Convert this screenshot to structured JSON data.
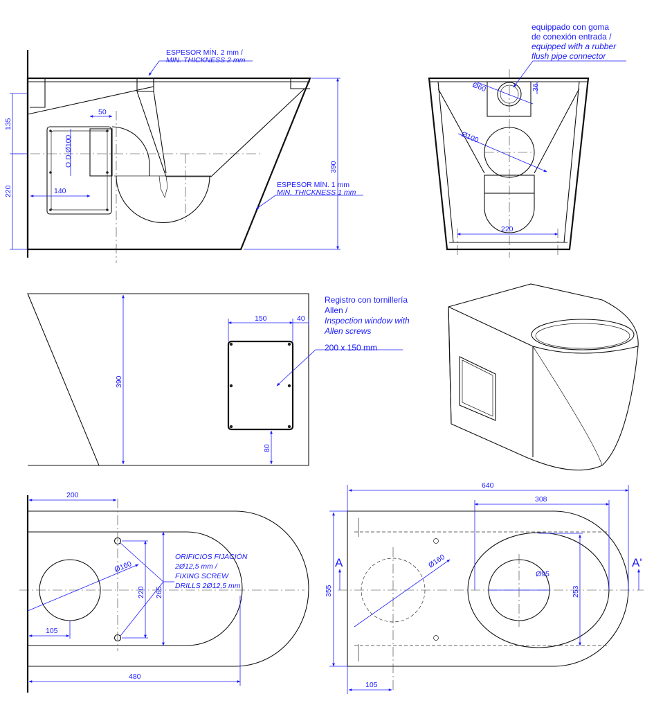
{
  "notes": {
    "wall_thickness_es": "ESPESOR MÍN. 2 mm /",
    "wall_thickness_en": "MIN. THICKNESS 2 mm",
    "body_thickness_es": "ESPESOR MÍN. 1 mm",
    "body_thickness_en": "MIN. THICKNESS 1 mm",
    "rubber_es_1": "equippado con goma",
    "rubber_es_2": "de conexión entrada /",
    "rubber_en_1": "equipped with a rubber",
    "rubber_en_2": "flush pipe connector",
    "inspection_es_1": "Registro con tornillería",
    "inspection_es_2": "Allen /",
    "inspection_en_1": "Inspection window with",
    "inspection_en_2": "Allen screws",
    "inspection_size": "200 x 150 mm",
    "fixing_es_1": "ORIFICIOS FIJACIÓN",
    "fixing_es_2": "2Ø12,5 mm /",
    "fixing_en_1": "FIXING SCREW",
    "fixing_en_2": "DRILLS 2Ø12,5 mm",
    "section_a": "A",
    "section_a2": "A'"
  },
  "dims": {
    "d135": "135",
    "d220_side": "220",
    "d390_side": "390",
    "d50": "50",
    "od100": "O.D.Ø100",
    "d140": "140",
    "d60": "Ø60",
    "d36": "36",
    "d100": "Ø100",
    "d220_front": "220",
    "d150": "150",
    "d40": "40",
    "d390_back": "390",
    "d80": "80",
    "d200": "200",
    "d160_bottom": "Ø160",
    "d220_bottom": "220",
    "d265": "265",
    "d105_bottom": "105",
    "d480": "480",
    "d640": "640",
    "d308": "308",
    "d160_top": "Ø160",
    "d95": "Ø95",
    "d253": "253",
    "d355": "355",
    "d105_top": "105"
  }
}
